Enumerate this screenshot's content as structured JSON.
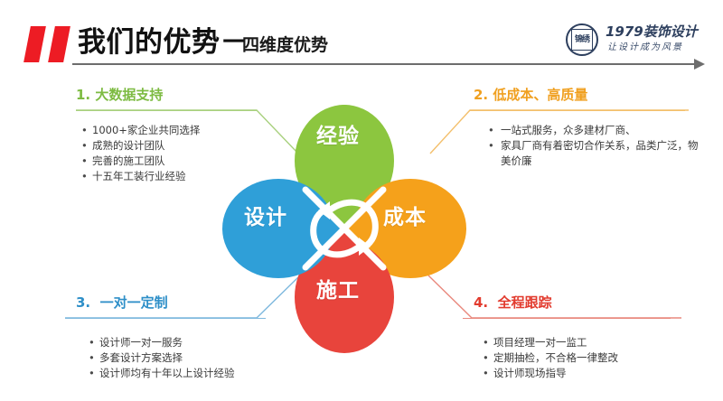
{
  "header": {
    "title_main": "我们的优势－",
    "title_sub": "四维度优势",
    "accent_color": "#ED1C24",
    "rule_color": "#6d6d6d"
  },
  "logo": {
    "seal_glyph": "锦绣",
    "name": "1979装饰设计",
    "tagline": "让设计成为风景",
    "color": "#2d3f5e"
  },
  "diagram": {
    "center_icon": "cycle-arrows-icon",
    "petals": [
      {
        "key": "top",
        "label": "经验",
        "color": "#8CC63F"
      },
      {
        "key": "right",
        "label": "成本",
        "color": "#F5A11B"
      },
      {
        "key": "bottom",
        "label": "施工",
        "color": "#E8443C"
      },
      {
        "key": "left",
        "label": "设计",
        "color": "#2F9FD8"
      }
    ]
  },
  "quadrants": [
    {
      "number": "1.",
      "heading": "大数据支持",
      "color": "#7DBB42",
      "items": [
        "1000+家企业共同选择",
        "成熟的设计团队",
        "完善的施工团队",
        "十五年工装行业经验"
      ]
    },
    {
      "number": "2.",
      "heading": "低成本、高质量",
      "color": "#F0A020",
      "items": [
        "一站式服务，众多建材厂商、",
        "家具厂商有着密切合作关系，品类广泛，物美价廉"
      ]
    },
    {
      "number": "3.",
      "heading": "一对一定制",
      "color": "#2E8FC8",
      "items": [
        "设计师一对一服务",
        "多套设计方案选择",
        "设计师均有十年以上设计经验"
      ]
    },
    {
      "number": "4.",
      "heading": "全程跟踪",
      "color": "#E23B2E",
      "items": [
        "项目经理一对一监工",
        "定期抽检，不合格一律整改",
        "设计师现场指导"
      ]
    }
  ],
  "bullet_glyph": "•"
}
